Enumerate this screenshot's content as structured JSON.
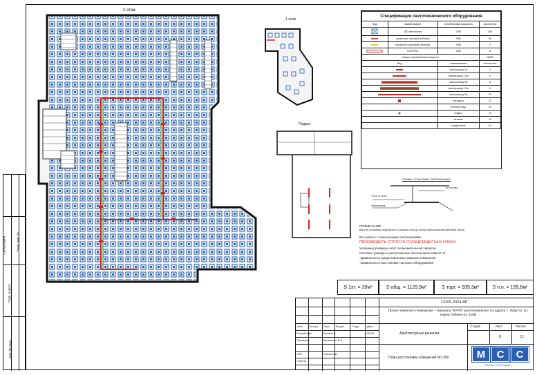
{
  "plans": {
    "floor2_label": "2 этаж",
    "floor1_label": "1 этаж",
    "basement_label": "Подвал"
  },
  "legend": {
    "title": "Спецификация светотехнического оборудования",
    "headers": [
      "Вид",
      "наименование",
      "потребляемая мощность",
      "количество"
    ],
    "rows": [
      {
        "name": "LED светильник",
        "power": "32W",
        "qty": "436"
      },
      {
        "name": "прожектор трековый (общий)",
        "power": "38W",
        "qty": "58"
      },
      {
        "name": "прожектор трековый (желтый)",
        "power": "38W",
        "qty": "0"
      },
      {
        "name": "LED IP65",
        "power": "38W",
        "qty": "6"
      }
    ],
    "total_label": "общая потребляемая мощность",
    "total_value": "16600",
    "track_headers": [
      "Вид",
      "наименование",
      "количество"
    ],
    "track_rows": [
      {
        "name": "шинопровод 1м",
        "qty": "2"
      },
      {
        "name": "шинопровод 1,5м",
        "qty": "0"
      },
      {
        "name": "шинопровод 2м",
        "qty": "6"
      },
      {
        "name": "шинопровод 2,5м",
        "qty": "0"
      },
      {
        "name": "шинопровод 3м",
        "qty": "25"
      },
      {
        "name": "заглушка",
        "qty": "23"
      },
      {
        "name": "угловое соед.",
        "qty": "23"
      },
      {
        "name": "подвес",
        "qty": "10"
      },
      {
        "name": "питание",
        "qty": "10"
      },
      {
        "name": "соединитель",
        "qty": "91"
      }
    ]
  },
  "section": {
    "title": "СХЕМА УСТАНОВКИ СВЕТИЛЬНИКА",
    "label1": "+2,00 от пола",
    "label2": "от потолка",
    "label3": "Шинопровод"
  },
  "notes": {
    "title": "ПРИМЕЧАНИЕ:",
    "lines": [
      "Высота установки опускается от уровня пола до линии светильников (световой части)",
      "Все работы с включенными светильниками",
      "ПРОИЗВОДИТЬ СТРОГО В СОЛНЦЕЗАЩИТНЫХ ОЧКАХ!",
      "Указанные размеры носят ознакомительный характер.",
      "Итоговые размеры и расположение светильников зависят от:",
      "-правильности предоставленных замеров помещения",
      "-правильности расстановки торгового оборудования"
    ]
  },
  "areas": {
    "s1": "S 1эт. = 39м²",
    "s_total": "S общ. = 1129,9м²",
    "s_trade": "S торг. = 935,3м²",
    "s_floor": "S п.п. = 155,6м²"
  },
  "stamp": {
    "code": "13105-2024-АР",
    "project": "Проект нежилого помещения – магазина \"КАРИ\" расположенного по адресу: г. Иркутск, ул. Карла Либкнехта, 239В",
    "section": "Архитектурные решения",
    "sheet_title": "План расстановки освещения М1:200",
    "stage_label": "Стадия",
    "sheet_label": "Лист",
    "sheets_label": "Листов",
    "sheet_no": "8",
    "sheets_no": "13",
    "col_headers": [
      "Изм.",
      "Кол.уч",
      "Лист",
      "№ док.",
      "Подп.",
      "Дата"
    ],
    "developed_label": "Разработал",
    "developed_name": "Ежов А.В.",
    "developed_date": "25.04",
    "checked_label": "Проверил",
    "checked_name": "Кравченко Я.А",
    "gip_label": "ГИП",
    "gip_name": "Попов С.И.",
    "norm_label": "Н.контр.",
    "logo": "МСС",
    "logo_sub": "Монтаж Строй Сервис"
  },
  "sidebar": {
    "labels": [
      "Согласовано",
      "Инв. № подл.",
      "Подп. и дата",
      "Взам. инв. №"
    ]
  }
}
